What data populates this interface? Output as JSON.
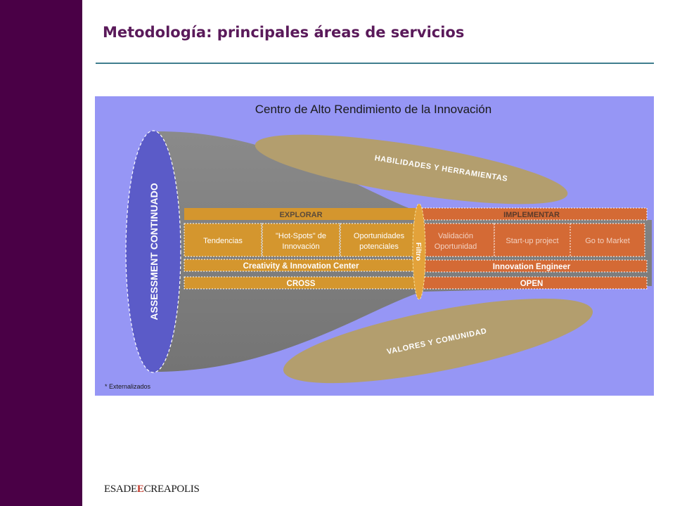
{
  "slide": {
    "title": "Metodología: principales áreas de servicios",
    "logo": {
      "part1": "ESADE",
      "part2": "CREAPOLIS"
    }
  },
  "diagram": {
    "title": "Centro de Alto Rendimiento de la Innovación",
    "assessment_label": "ASSESSMENT CONTINUADO",
    "ellipse_top": "HABILIDADES Y HERRAMIENTAS",
    "ellipse_bottom": "VALORES Y COMUNIDAD",
    "filter_label": "Filtro",
    "footnote": "* Externalizados",
    "left_header": "EXPLORAR",
    "right_header": "IMPLEMENTAR",
    "left_cells": [
      {
        "line1": "Tendencias",
        "line2": ""
      },
      {
        "line1": "\"Hot-Spots\" de",
        "line2": "Innovación"
      },
      {
        "line1": "Oportunidades",
        "line2": "potenciales"
      }
    ],
    "right_cells": [
      {
        "line1": "Validación",
        "line2": "Oportunidad"
      },
      {
        "line1": "Start-up project",
        "line2": ""
      },
      {
        "line1": "Go to Market",
        "line2": ""
      }
    ],
    "left_center": "Creativity & Innovation Center",
    "right_center": "Innovation Engineer",
    "left_bottom": "CROSS",
    "right_bottom": "OPEN",
    "colors": {
      "sidebar": "#4a0046",
      "diagram_bg": "#9696f5",
      "funnel": "#808080",
      "assessment": "#5b5bc8",
      "ellipse": "#b39e6e",
      "left_panel": "#d4962e",
      "right_panel": "#d46a35"
    }
  }
}
